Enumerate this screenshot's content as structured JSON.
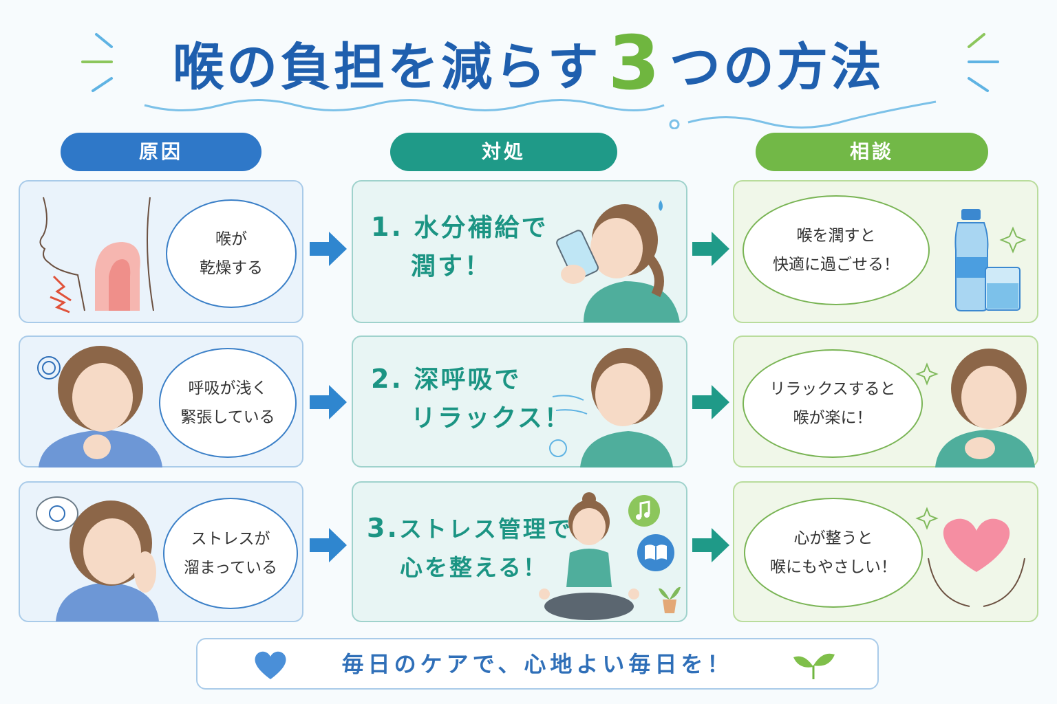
{
  "title": {
    "main": "喉の負担を減らす",
    "number": "3",
    "tail": "つの方法"
  },
  "columns": {
    "cause": "原因",
    "action": "対処",
    "consult": "相談"
  },
  "colors": {
    "blue": "#2f78c8",
    "teal": "#1b9483",
    "green": "#6fb63f",
    "title": "#1f5fae"
  },
  "rows": [
    {
      "cause": {
        "line1": "喉が",
        "line2": "乾燥する",
        "image": "dry-throat-illustration"
      },
      "action": {
        "num": "1.",
        "line1": "水分補給で",
        "line2": "潤す！",
        "image": "woman-drinking-water-illustration"
      },
      "consult": {
        "line1": "喉を潤すと",
        "line2": "快適に過ごせる！",
        "image": "water-bottle-and-glass-illustration"
      }
    },
    {
      "cause": {
        "line1": "呼吸が浅く",
        "line2": "緊張している",
        "image": "tense-woman-illustration"
      },
      "action": {
        "num": "2.",
        "line1": "深呼吸で",
        "line2": "リラックス！",
        "image": "woman-deep-breathing-illustration"
      },
      "consult": {
        "line1": "リラックスすると",
        "line2": "喉が楽に！",
        "image": "relaxed-woman-illustration"
      }
    },
    {
      "cause": {
        "line1": "ストレスが",
        "line2": "溜まっている",
        "image": "stressed-woman-illustration"
      },
      "action": {
        "num": "3.",
        "line1": "ストレス管理で",
        "line2": "心を整える！",
        "image": "meditating-woman-illustration"
      },
      "consult": {
        "line1": "心が整うと",
        "line2": "喉にもやさしい！",
        "image": "heart-in-hands-illustration"
      }
    }
  ],
  "footer": {
    "text": "毎日のケアで、心地よい毎日を！"
  }
}
